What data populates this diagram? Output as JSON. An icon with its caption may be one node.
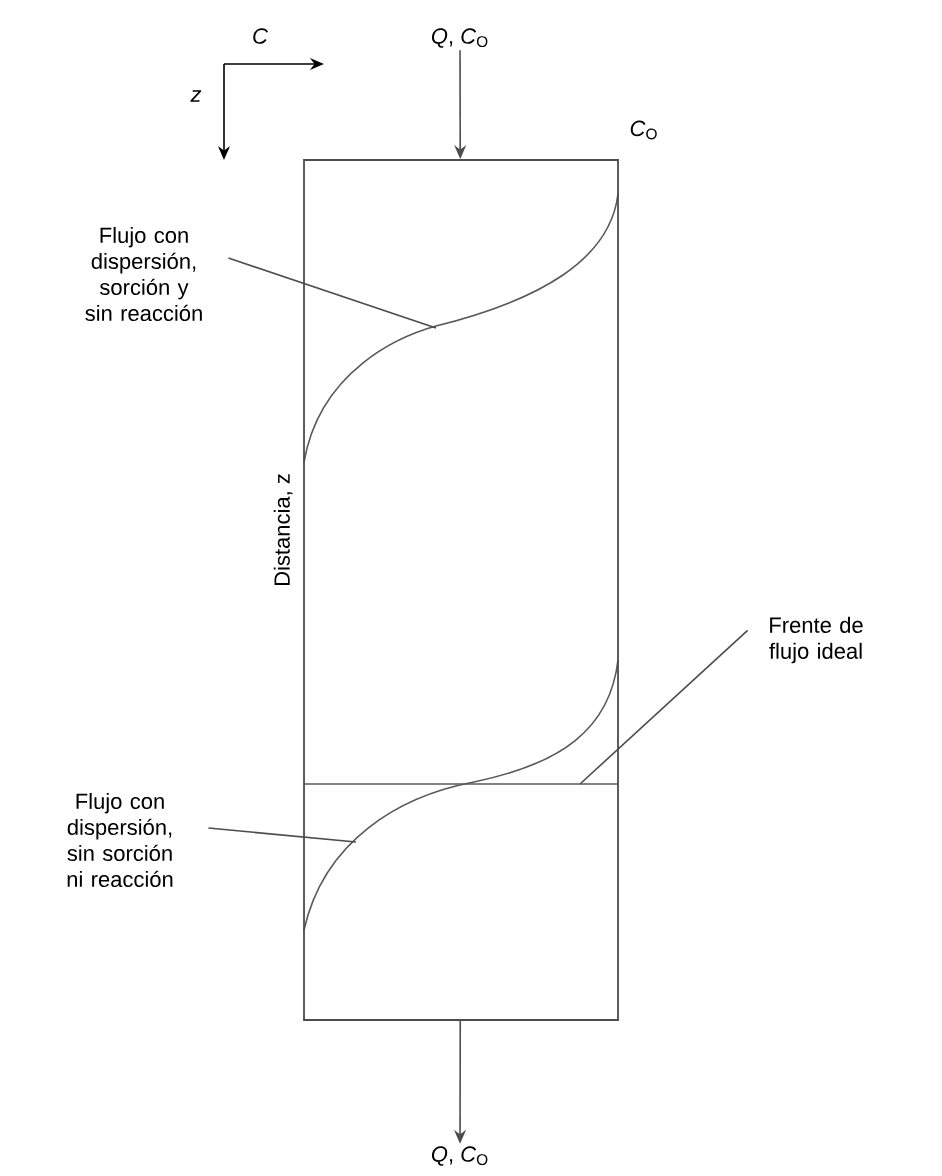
{
  "diagram": {
    "nodes": [
      {
        "text": [],
        "shape": "box",
        "beside": [
          "Distancia, z"
        ]
      },
      {
        "text": [
          "*Q*, *C*$_{O}$"
        ]
      },
      {
        "text": [
          "*Q*, *C*$_{O}$"
        ]
      },
      {
        "text": [
          "Flujo con dispersión, sorción y sin reacción"
        ]
      },
      {
        "text": [
          "Frente de flujo ideal"
        ]
      },
      {
        "text": [
          "Flujo con dispersión, sin sorción ni reacción"
        ]
      }
    ],
    "edges": [
      {
        "from": 1,
        "to": 0,
        "arrow": "to"
      },
      {
        "from": 0,
        "to": 2,
        "arrow": "to"
      },
      {
        "from": 3,
        "to": 0,
        "arrow": "none"
      },
      {
        "from": 4,
        "to": 0,
        "arrow": "none"
      },
      {
        "from": 5,
        "to": 0,
        "arrow": "none"
      }
    ],
    "labels": [
      "*C*",
      "*z*",
      "*C*$_{O}$"
    ]
  }
}
